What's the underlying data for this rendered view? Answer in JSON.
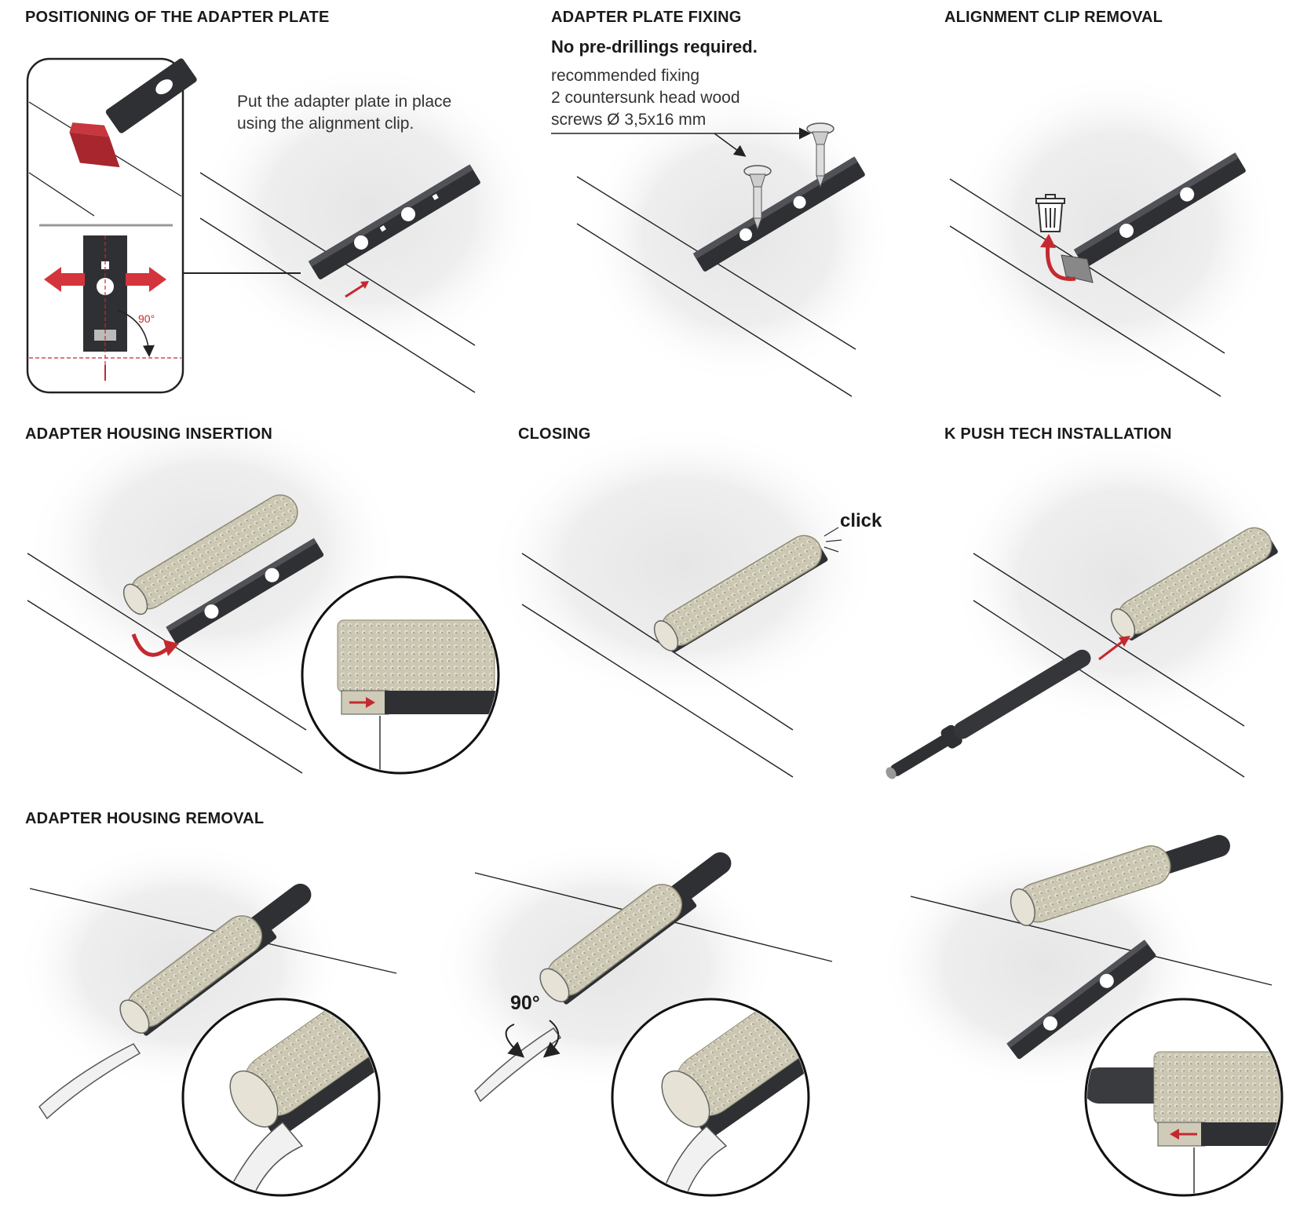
{
  "colors": {
    "accent_red": "#c6282f",
    "housing_beige": "#cfcbb8",
    "plate_dark": "#2f3033",
    "line": "#222222"
  },
  "steps": {
    "positioning": {
      "title": "POSITIONING OF THE ADAPTER PLATE",
      "text_line1": "Put the adapter plate in place",
      "text_line2": "using the alignment clip.",
      "angle": "90°"
    },
    "fixing": {
      "title": "ADAPTER PLATE FIXING",
      "subtitle": "No pre-drillings required.",
      "text_line1": "recommended fixing",
      "text_line2": "2 countersunk head wood",
      "text_line3": "screws Ø 3,5x16 mm"
    },
    "clip_removal": {
      "title": "ALIGNMENT CLIP REMOVAL",
      "icon": "trash-icon"
    },
    "housing_insertion": {
      "title": "ADAPTER HOUSING INSERTION"
    },
    "closing": {
      "title": "CLOSING",
      "click": "click"
    },
    "push_tech": {
      "title": "K PUSH TECH INSTALLATION"
    },
    "housing_removal": {
      "title": "ADAPTER HOUSING REMOVAL",
      "angle": "90°"
    }
  }
}
